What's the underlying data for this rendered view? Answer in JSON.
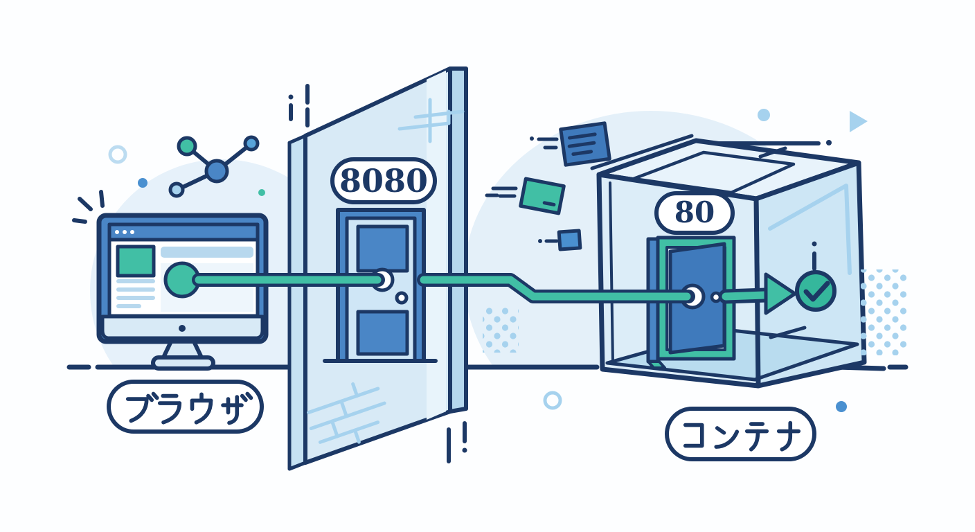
{
  "title": "Port mapping illustration: browser to container",
  "ports": {
    "host": "8080",
    "container": "80"
  },
  "labels": {
    "browser": "ブラウザ",
    "container": "コンテナ"
  },
  "icons": {
    "monitor": "monitor-browser-icon",
    "molecule": "molecule-icon",
    "wall_door": "door-icon",
    "container_door": "open-door-icon",
    "packets": "data-packet-cards",
    "check": "check-circle-icon",
    "arrow": "arrow-right-icon"
  },
  "colors": {
    "outline_navy": "#1c3865",
    "accent_blue": "#4a86c6",
    "accent_teal": "#41bfa5",
    "light_blue": "#a6d2ee",
    "wall_surface": "#d8eaf6",
    "blob": "#e6f1fa",
    "check_green": "#35b79c"
  }
}
